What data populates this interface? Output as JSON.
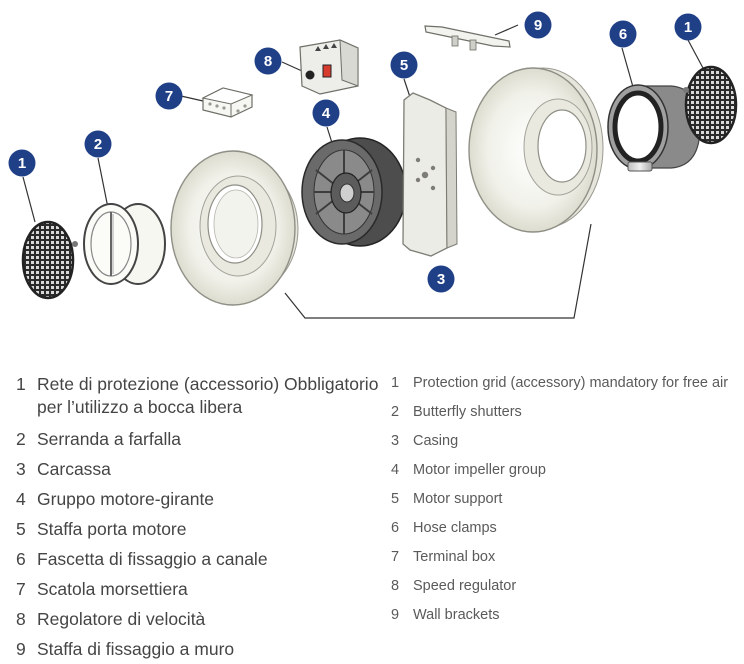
{
  "markers": [
    {
      "id": "1",
      "part": "protection-grid-left"
    },
    {
      "id": "2",
      "part": "butterfly-shutter"
    },
    {
      "id": "3",
      "part": "casing"
    },
    {
      "id": "4",
      "part": "motor-impeller"
    },
    {
      "id": "5",
      "part": "motor-support"
    },
    {
      "id": "6",
      "part": "hose-clamp"
    },
    {
      "id": "7",
      "part": "terminal-box"
    },
    {
      "id": "8",
      "part": "speed-regulator"
    },
    {
      "id": "9",
      "part": "wall-bracket"
    },
    {
      "id": "1",
      "part": "protection-grid-right"
    }
  ],
  "marker_color": "#1f3f86",
  "legend_it": [
    {
      "num": "1",
      "label": "Rete di protezione (accessorio) Obbligatorio per l’utilizzo a bocca libera"
    },
    {
      "num": "2",
      "label": "Serranda a farfalla"
    },
    {
      "num": "3",
      "label": "Carcassa"
    },
    {
      "num": "4",
      "label": "Gruppo motore-girante"
    },
    {
      "num": "5",
      "label": "Staffa porta motore"
    },
    {
      "num": "6",
      "label": "Fascetta di fissaggio a canale"
    },
    {
      "num": "7",
      "label": "Scatola morsettiera"
    },
    {
      "num": "8",
      "label": "Regolatore di velocità"
    },
    {
      "num": "9",
      "label": "Staffa di fissaggio a muro"
    }
  ],
  "legend_en": [
    {
      "num": "1",
      "label": "Protection grid (accessory) mandatory for free air"
    },
    {
      "num": "2",
      "label": "Butterfly shutters"
    },
    {
      "num": "3",
      "label": "Casing"
    },
    {
      "num": "4",
      "label": "Motor impeller group"
    },
    {
      "num": "5",
      "label": "Motor support"
    },
    {
      "num": "6",
      "label": "Hose clamps"
    },
    {
      "num": "7",
      "label": "Terminal box"
    },
    {
      "num": "8",
      "label": "Speed regulator"
    },
    {
      "num": "9",
      "label": "Wall brackets"
    }
  ]
}
